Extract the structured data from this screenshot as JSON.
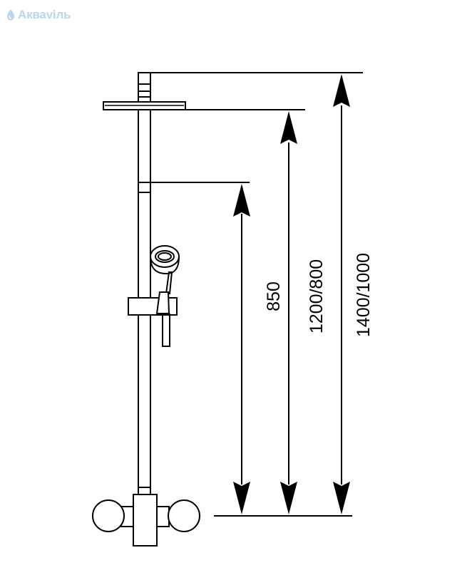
{
  "watermark": {
    "text": "Акваviль",
    "icon": "water-drop-logo-icon",
    "color": "#b9d6ef"
  },
  "diagram": {
    "type": "technical-drawing",
    "subject": "shower-system-dimensions",
    "line_color": "#000000",
    "dimensions": [
      {
        "id": "handset-holder-top",
        "label": "850"
      },
      {
        "id": "overhead-shower",
        "label": "1200/800"
      },
      {
        "id": "total-height",
        "label": "1400/1000"
      }
    ]
  }
}
